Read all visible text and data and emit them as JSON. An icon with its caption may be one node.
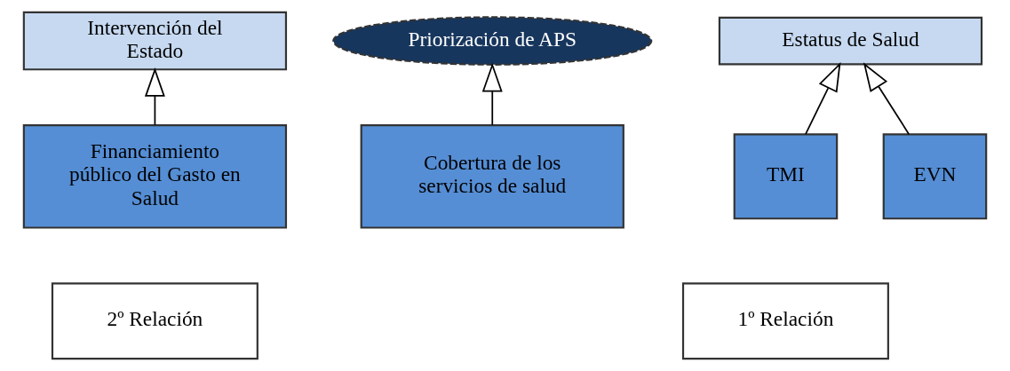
{
  "diagram": {
    "nodes": [
      {
        "text": [
          "Intervención del Estado"
        ]
      },
      {
        "text": [
          "Priorización de APS"
        ]
      },
      {
        "text": [
          "Estatus de Salud"
        ]
      },
      {
        "text": [
          "Financiamiento público del Gasto en Salud"
        ]
      },
      {
        "text": [
          "Cobertura de los servicios de salud"
        ]
      },
      {
        "text": [
          "TMI"
        ]
      },
      {
        "text": [
          "EVN"
        ]
      },
      {
        "text": [
          "2º Relación"
        ]
      },
      {
        "text": [
          "1º Relación"
        ]
      }
    ],
    "edges": [
      {
        "from": 3,
        "to": 0,
        "arrow": "to"
      },
      {
        "from": 4,
        "to": 1,
        "arrow": "to"
      },
      {
        "from": 5,
        "to": 2,
        "arrow": "to"
      },
      {
        "from": 6,
        "to": 2,
        "arrow": "to"
      }
    ]
  }
}
